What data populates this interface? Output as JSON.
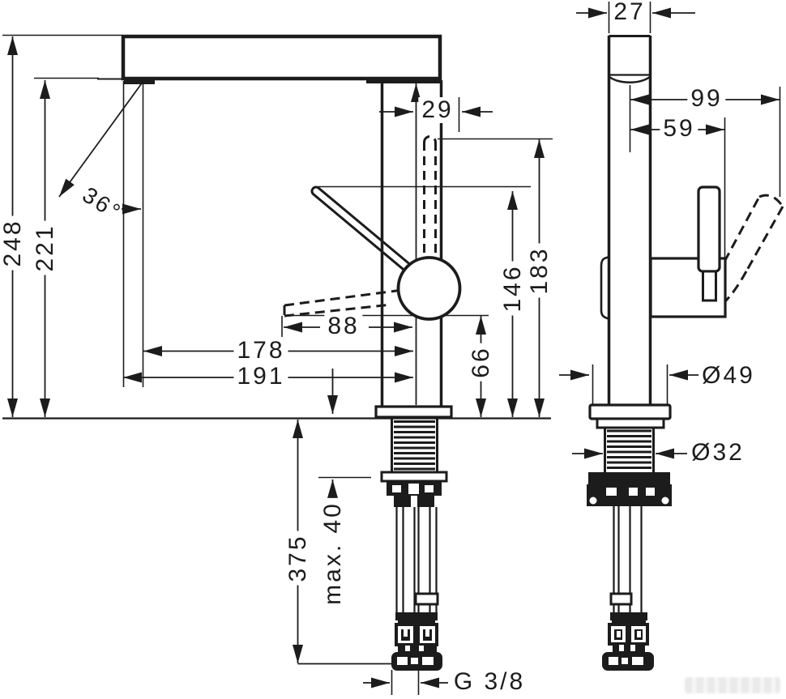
{
  "dims": {
    "total_height": "248",
    "spout_underside_height": "221",
    "swivel_angle": "36°",
    "spout_offset": "29",
    "lever_reach": "88",
    "reach_inner": "178",
    "reach_total": "191",
    "body_height": "66",
    "lever_height": "146",
    "outlet_height": "183",
    "hose_length": "375",
    "max_deck_thickness": "max. 40",
    "supply_thread": "G 3/8",
    "body_width": "27",
    "handle_swing_reach": "99",
    "handle_reach": "59",
    "base_diameter": "Ø49",
    "shank_diameter": "Ø32"
  }
}
